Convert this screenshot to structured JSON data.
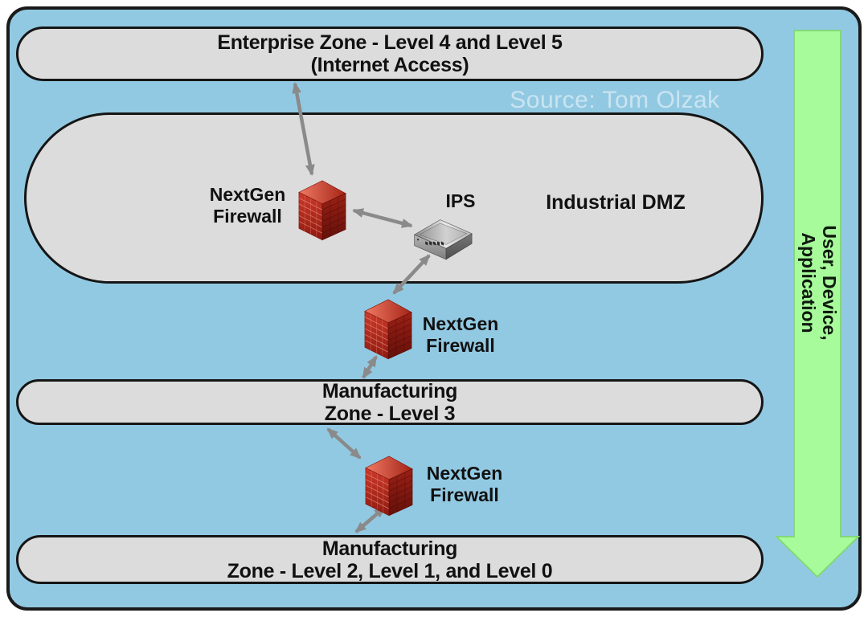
{
  "watermark": "Source: Tom Olzak",
  "colors": {
    "background_blue": "#92c9e2",
    "zone_fill": "#dcdcdc",
    "zone_border": "#151515",
    "connector_gray": "#8a8a8a",
    "flow_arrow_green": "#a8fb9b",
    "firewall_red": "#bf2a1e"
  },
  "zones": {
    "enterprise": {
      "line1": "Enterprise Zone - Level 4 and Level 5",
      "line2": "(Internet Access)"
    },
    "industrial_dmz": {
      "label": "Industrial DMZ"
    },
    "manufacturing_l3": {
      "line1": "Manufacturing",
      "line2": "Zone - Level 3"
    },
    "manufacturing_l210": {
      "line1": "Manufacturing",
      "line2": "Zone - Level 2, Level 1, and Level 0"
    }
  },
  "devices": {
    "firewall_dmz": {
      "label_line1": "NextGen",
      "label_line2": "Firewall"
    },
    "ips": {
      "label": "IPS"
    },
    "firewall_l3": {
      "label_line1": "NextGen",
      "label_line2": "Firewall"
    },
    "firewall_l210": {
      "label_line1": "NextGen",
      "label_line2": "Firewall"
    }
  },
  "flow_arrow": {
    "line1": "User, Device,",
    "line2": "Application"
  }
}
